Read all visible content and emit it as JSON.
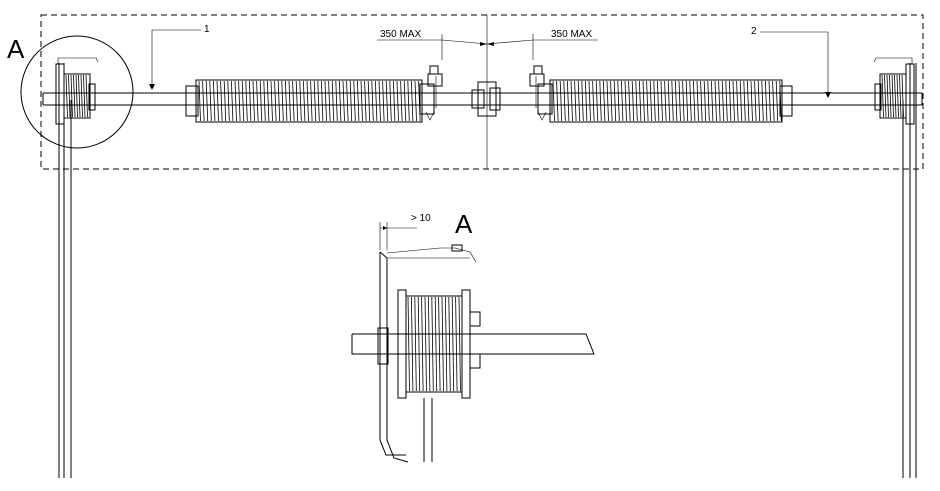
{
  "diagram": {
    "callouts": {
      "part_1": "1",
      "part_2": "2",
      "detail_ref": "A",
      "detail_title": "A"
    },
    "dimensions": {
      "left_max": "350 MAX",
      "right_max": "350 MAX",
      "clearance": "> 10"
    },
    "line_color": "#000000",
    "background": "#ffffff"
  }
}
